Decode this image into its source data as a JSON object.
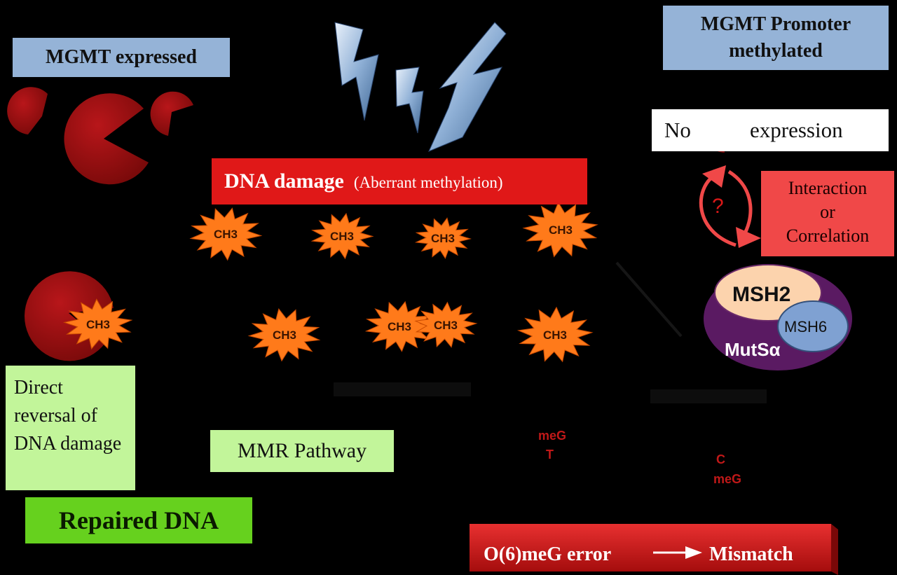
{
  "colors": {
    "background": "#000000",
    "mgmt_protein": "#9b0f0f",
    "burst": "#ff7a1a",
    "blue_box": "#95b3d7",
    "green_box": "#c2f59a",
    "bright_green_box": "#66d11e",
    "red_box": "#e01818",
    "pink_box": "#f04848"
  },
  "labels": {
    "mgmt_expressed": "MGMT expressed",
    "mgmt_promoter": "MGMT Promoter methylated",
    "no": "No",
    "expression": "expression",
    "dna_damage": "DNA damage",
    "aberrant": "(Aberrant methylation)",
    "interaction": "Interaction",
    "or": "or",
    "correlation": "Correlation",
    "question": "?",
    "msh2": "MSH2",
    "msh6": "MSH6",
    "mutsa": "MutSα",
    "direct_reversal": "Direct reversal of DNA damage",
    "mmr_pathway": "MMR Pathway",
    "repaired_dna": "Repaired DNA",
    "error_left": "O(6)meG error",
    "error_right": "Mismatch",
    "pair1_top": "meG",
    "pair1_bottom": "T",
    "pair2_top": "C",
    "pair2_bottom": "meG"
  },
  "bursts": [
    {
      "label": "CH3"
    },
    {
      "label": "CH3"
    },
    {
      "label": "CH3"
    },
    {
      "label": "CH3"
    },
    {
      "label": "CH3"
    },
    {
      "label": "CH3"
    },
    {
      "label": "CH3"
    },
    {
      "label": "CH3"
    },
    {
      "label": "CH3"
    }
  ]
}
